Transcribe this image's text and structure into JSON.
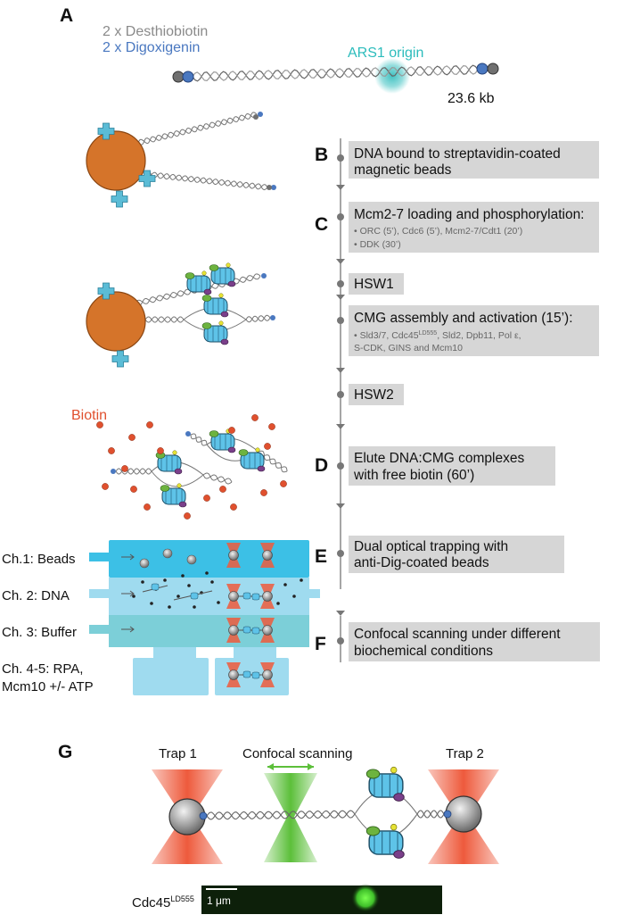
{
  "panels": {
    "a": "A",
    "b": "B",
    "c": "C",
    "d": "D",
    "e": "E",
    "f": "F",
    "g": "G"
  },
  "legend": {
    "desthiobiotin": "2 x Desthiobiotin",
    "digoxigenin": "2 x Digoxigenin",
    "origin": "ARS1 origin",
    "length": "23.6 kb"
  },
  "steps": {
    "b_line1": "DNA bound to streptavidin-coated",
    "b_line2": "magnetic beads",
    "c_line1": "Mcm2-7 loading and phosphorylation:",
    "c_sub1": "• ORC (5’), Cdc6 (5’), Mcm2-7/Cdt1 (20’)",
    "c_sub2": "• DDK (30’)",
    "hsw1": "HSW1",
    "cmg_line1": "CMG assembly and activation (15’):",
    "cmg_sub1_a": "• Sld3/7, Cdc45",
    "cmg_sub1_sup": "LD555",
    "cmg_sub1_b": ", Sld2, Dpb11, Pol ε,",
    "cmg_sub2": "S-CDK, GINS and Mcm10",
    "hsw2": "HSW2",
    "d_line1": "Elute DNA:CMG complexes",
    "d_line2": "with free biotin (60’)",
    "e_line1": "Dual optical trapping with",
    "e_line2": "anti-Dig-coated beads",
    "f_line1": "Confocal scanning under different",
    "f_line2": "biochemical conditions"
  },
  "biotin_label": "Biotin",
  "channels": {
    "ch1": "Ch.1: Beads",
    "ch2": "Ch. 2: DNA",
    "ch3": "Ch. 3: Buffer",
    "ch45_line1": "Ch. 4-5: RPA,",
    "ch45_line2": "Mcm10 +/- ATP"
  },
  "panel_g": {
    "trap1": "Trap 1",
    "confocal": "Confocal scanning",
    "trap2": "Trap 2",
    "cdc45": "Cdc45",
    "cdc45_sup": "LD555",
    "scale": "1 μm"
  },
  "colors": {
    "bead_orange": "#d5742a",
    "cross_blue": "#5bbcd6",
    "mcm_blue": "#5ec3e8",
    "cmg_green": "#6db33f",
    "origin_teal": "#2cbcbc",
    "digoxigenin_blue": "#4a78c0",
    "trap_red": "#ee5a3c",
    "confocal_green": "#5cbf3a",
    "step_box": "#d6d6d6",
    "flow_cyan": "#3cc0e6",
    "flow_light": "#9fdbef",
    "flow_teal": "#7ccfd8",
    "biotin_red": "#e0502e"
  }
}
